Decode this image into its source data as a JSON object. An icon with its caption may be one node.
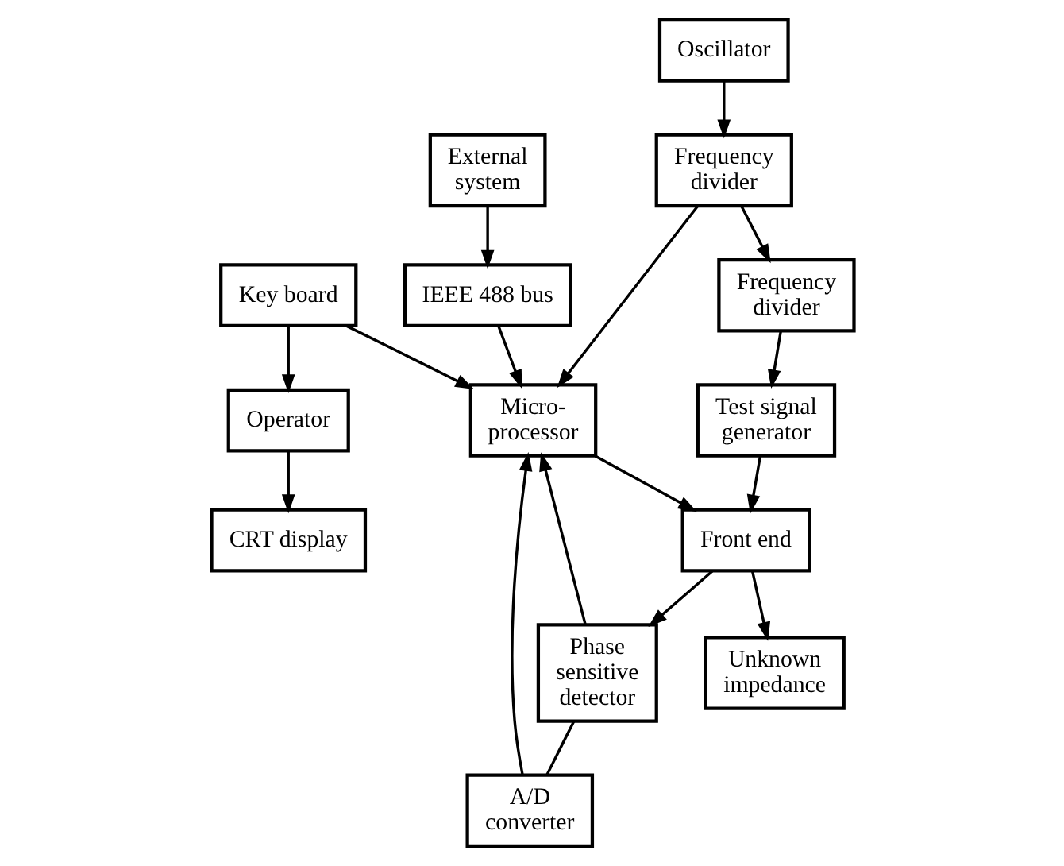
{
  "diagram": {
    "nodes": [
      {
        "text": [
          "Operator"
        ]
      },
      {
        "text": [
          "External system"
        ]
      },
      {
        "text": [
          "Oscillator"
        ]
      },
      {
        "text": [
          "Key board"
        ]
      },
      {
        "text": [
          "CRT display"
        ]
      },
      {
        "text": [
          "IEEE 488 bus"
        ]
      },
      {
        "text": [
          "Frequency divider"
        ]
      },
      {
        "text": [
          "Micro- processor"
        ]
      },
      {
        "text": [
          "A/D converter"
        ]
      },
      {
        "text": [
          "Frequency divider"
        ]
      },
      {
        "text": [
          "Front end"
        ]
      },
      {
        "text": [
          "Phase sensitive detector"
        ]
      },
      {
        "text": [
          "Test signal generator"
        ]
      },
      {
        "text": [
          "Unknown impedance"
        ]
      }
    ],
    "edges": [
      {
        "from": 2,
        "to": 6,
        "arrow": "to"
      },
      {
        "from": 3,
        "to": 0,
        "arrow": "to"
      },
      {
        "from": 0,
        "to": 4,
        "arrow": "to"
      },
      {
        "from": 1,
        "to": 5,
        "arrow": "to"
      },
      {
        "from": 6,
        "to": 9,
        "arrow": "to"
      },
      {
        "from": 6,
        "to": 7,
        "arrow": "to"
      },
      {
        "from": 3,
        "to": 7,
        "arrow": "to"
      },
      {
        "from": 5,
        "to": 7,
        "arrow": "to"
      },
      {
        "from": 8,
        "to": 7,
        "arrow": "to"
      },
      {
        "from": 11,
        "to": 7,
        "arrow": "to"
      },
      {
        "from": 11,
        "to": 8,
        "arrow": "none"
      },
      {
        "from": 7,
        "to": 10,
        "arrow": "to"
      },
      {
        "from": 9,
        "to": 12,
        "arrow": "to"
      },
      {
        "from": 12,
        "to": 10,
        "arrow": "to"
      },
      {
        "from": 10,
        "to": 11,
        "arrow": "to"
      },
      {
        "from": 10,
        "to": 13,
        "arrow": "to"
      }
    ]
  }
}
